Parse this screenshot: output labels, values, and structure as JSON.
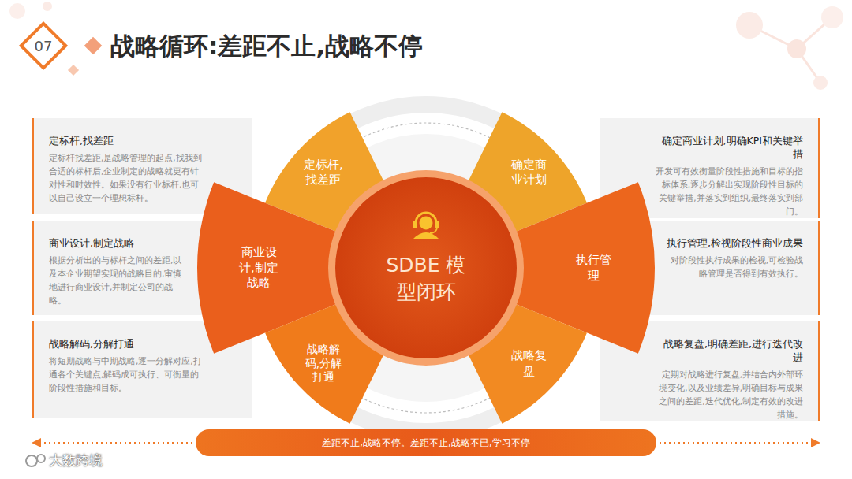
{
  "diagram": {
    "title": "战略循环:差距不止,战略不停",
    "nodes": [
      {
        "text": [
          "定标杆,找差距",
          "定标杆找差距,是战略管理的起点,找我到合适的标杆后,企业制定的战略就更有针对性和时效性。如果没有行业标杆,也可以自己设立一个理想标杆。"
        ]
      },
      {
        "text": [
          "商业设计,制定战略",
          "根据分析出的与标杆之间的差距,以及本企业期望实现的战略目的,审慎地进行商业设计,并制定公司的战略。"
        ]
      },
      {
        "text": [
          "战略解码,分解打通",
          "将短期战略与中期战略,逐一分解对应,打通各个关键点,解码成可执行、可衡量的阶段性措施和目标。"
        ]
      },
      {
        "text": [
          "确定商业计划,明确KPI和关键举措",
          "开发可有效衡量阶段性措施和目标的指标体系,逐步分解出实现阶段性目标的关键举措,并落实到组织,最终落实到部门。"
        ]
      },
      {
        "text": [
          "执行管理,检视阶段性商业成果",
          "对阶段性执行成果的检视,可检验战略管理是否得到有效执行。"
        ]
      },
      {
        "text": [
          "战略复盘,明确差距,进行迭代改进",
          "定期对战略进行复盘,并结合内外部环境变化,以及业绩差异,明确目标与成果之间的差距,迭代优化,制定有效的改进措施。"
        ]
      },
      {
        "text": [
          "定标杆,找差距"
        ]
      },
      {
        "text": [
          "商业设计,制定战略"
        ]
      },
      {
        "text": [
          "战略解码,分解打通"
        ]
      },
      {
        "text": [
          "确定商业计划"
        ]
      },
      {
        "text": [
          "执行管理"
        ]
      },
      {
        "text": [
          "战略复盘"
        ]
      },
      {
        "text": [
          "SDBE 模型闭环"
        ]
      },
      {
        "text": [
          "差距不止,战略不停。差距不止,战略不已,学习不停"
        ]
      }
    ],
    "labels": [
      "07",
      "大数跨境"
    ]
  }
}
